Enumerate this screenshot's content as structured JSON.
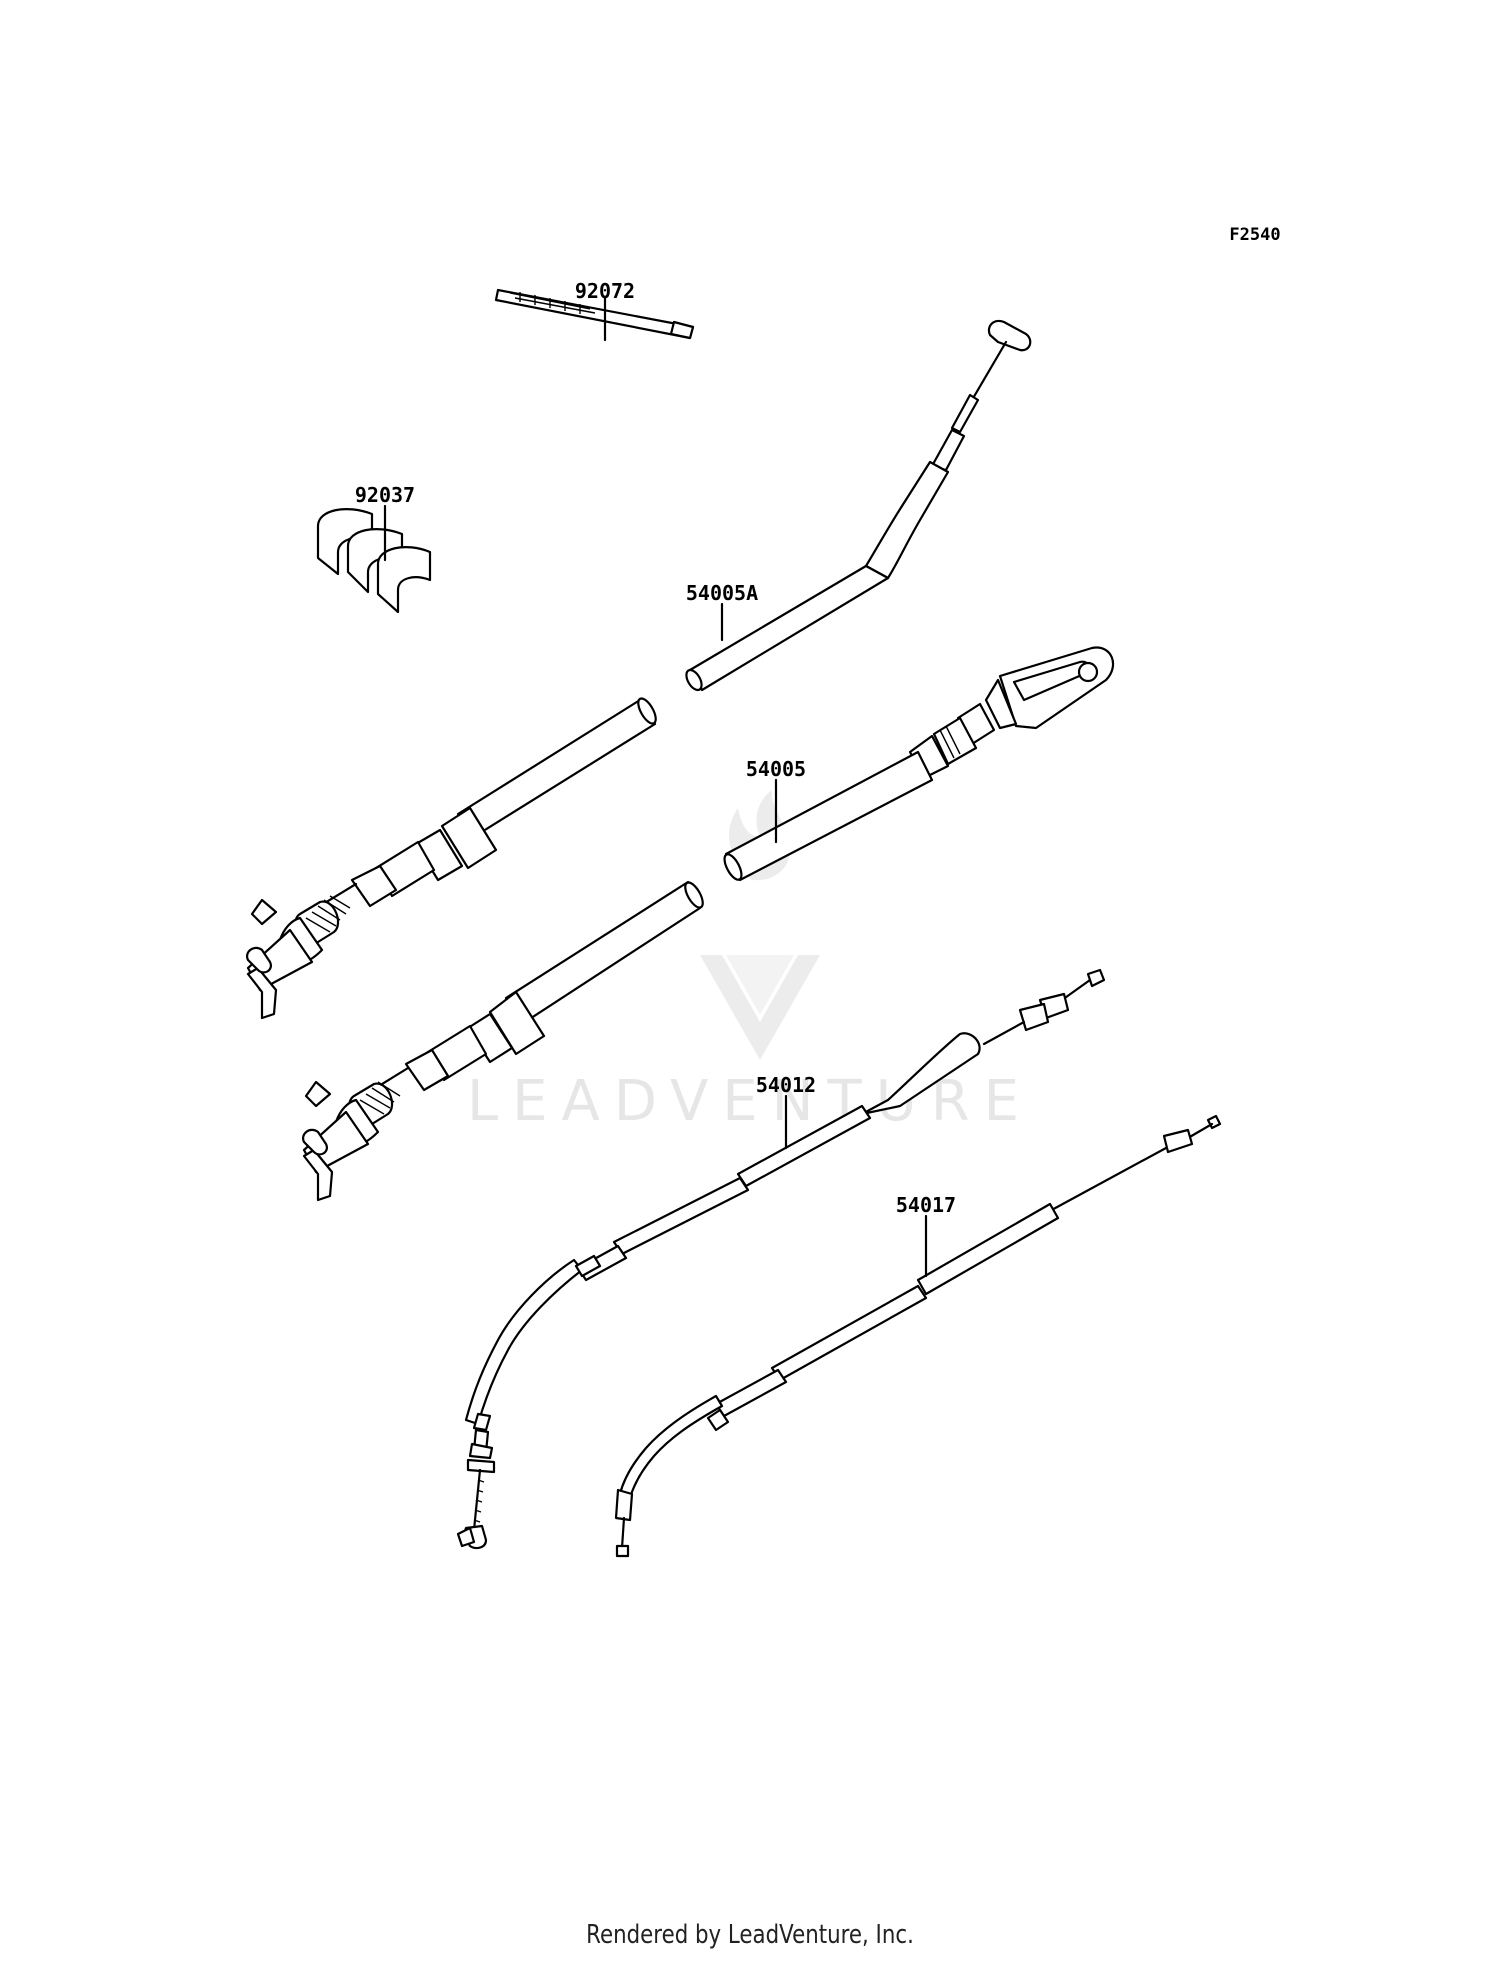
{
  "diagram": {
    "code": "F2540",
    "parts": [
      {
        "id": "cable-tie",
        "number": "92072"
      },
      {
        "id": "clamp",
        "number": "92037"
      },
      {
        "id": "cable-upper",
        "number": "54005A"
      },
      {
        "id": "cable-lower",
        "number": "54005"
      },
      {
        "id": "throttle-cable",
        "number": "54012"
      },
      {
        "id": "choke-cable",
        "number": "54017"
      }
    ]
  },
  "watermark": {
    "brand": "LEADVENTURE",
    "logo_icon": "flame-v-logo-icon"
  },
  "footer": {
    "text": "Rendered by LeadVenture, Inc."
  }
}
